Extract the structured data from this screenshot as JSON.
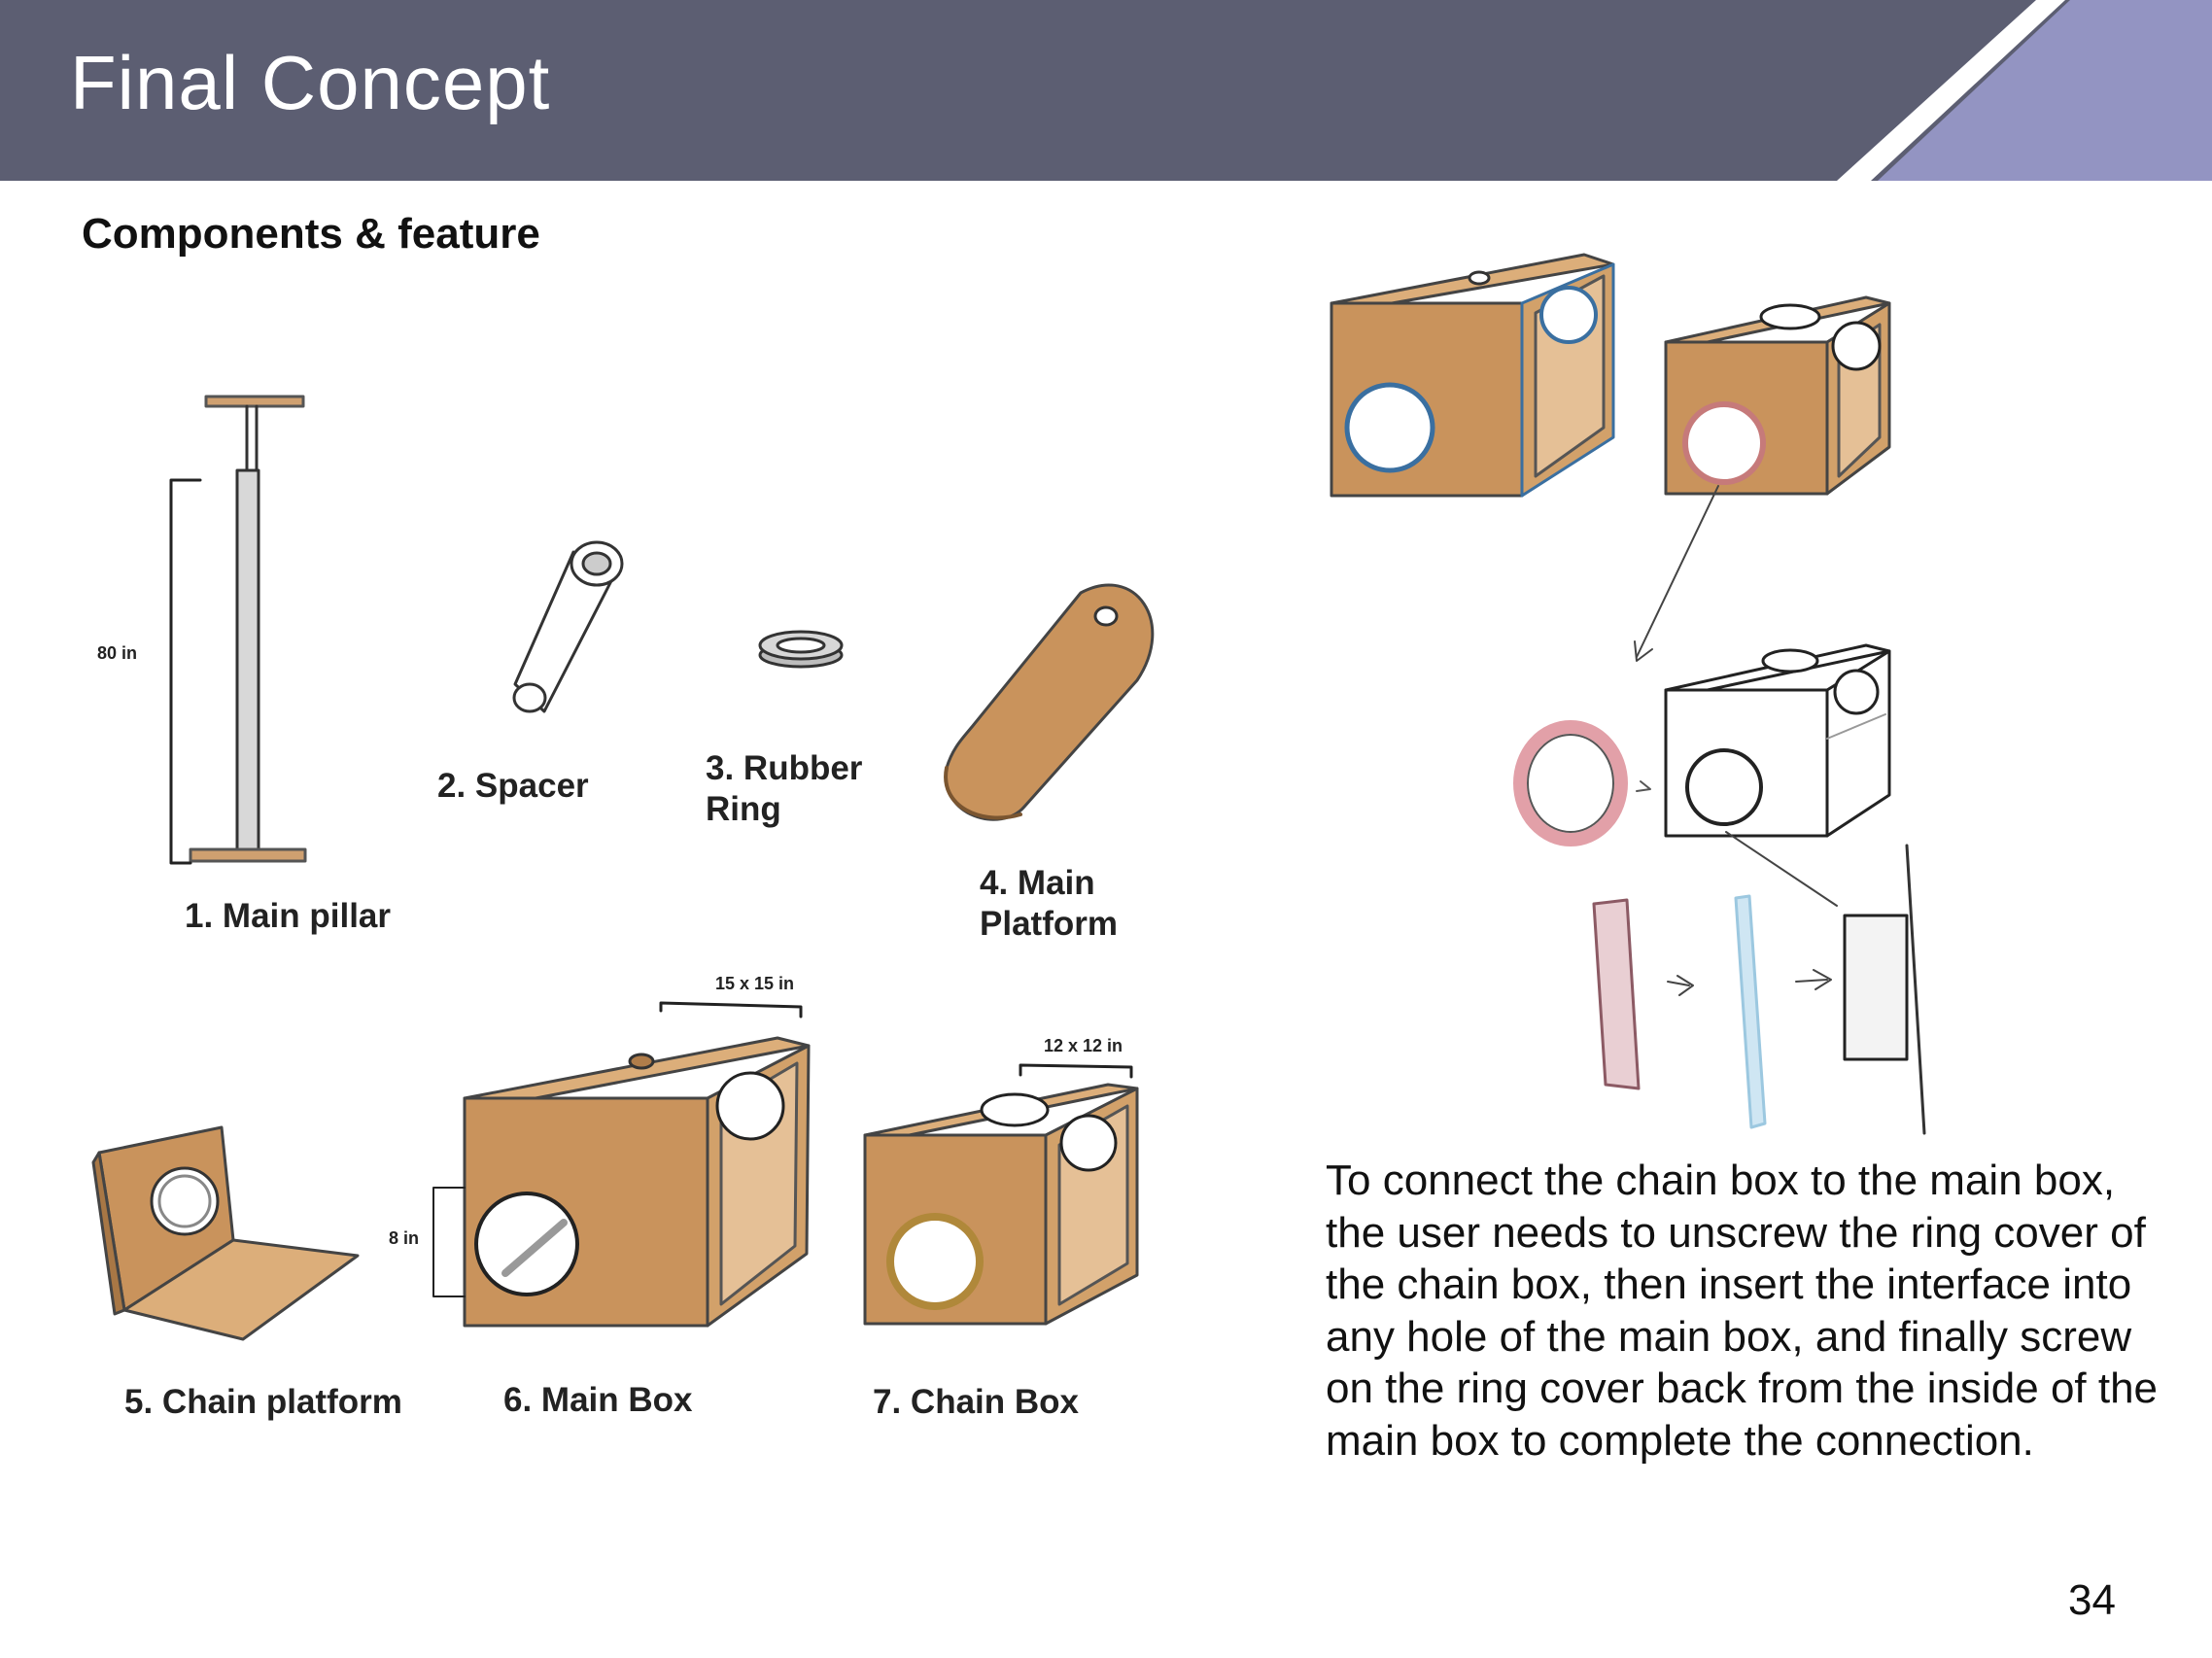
{
  "header": {
    "title": "Final Concept",
    "bar_color": "#5c5e72",
    "accent_color": "#9394c2"
  },
  "subtitle": "Components & feature",
  "components": {
    "main_pillar": "1. Main pillar",
    "spacer": "2. Spacer",
    "rubber_ring_line1": "3. Rubber",
    "rubber_ring_line2": "Ring",
    "main_platform_line1": "4. Main",
    "main_platform_line2": "Platform",
    "chain_platform": "5. Chain platform",
    "main_box": "6. Main Box",
    "chain_box": "7. Chain Box"
  },
  "dimensions": {
    "pillar_height": "80 in",
    "main_box_size": "15 x 15 in",
    "chain_box_size": "12 x 12 in",
    "box_hole_height": "8 in"
  },
  "description": "To connect the chain box to the main box, the user needs to unscrew the ring cover of the chain box, then insert the interface into any hole of the main box, and finally screw on the ring cover back from the inside of the main box to complete the connection.",
  "page_number": "34",
  "colors": {
    "cardboard": "#c9935c",
    "cardboard_light": "#dcae7a",
    "ring_pink": "#e2a0a8",
    "interface_blue": "#9cc8e0"
  }
}
